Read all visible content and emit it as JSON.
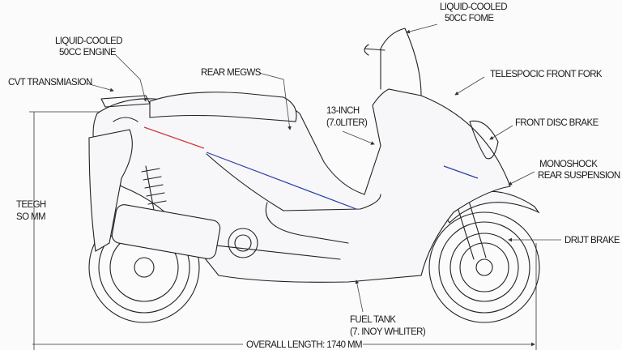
{
  "labels": {
    "top_engine_1": "LIQUID-COOLED",
    "top_engine_2": "50CC FOME",
    "engine_1": "LIQUID-COOLED",
    "engine_2": "50CC ENGINE",
    "cvt": "CVT TRANSMIASION",
    "rear": "REAR MEGWS",
    "inch_1": "13-INCH",
    "inch_2": "(7.0LITER)",
    "fork": "TELESPOCIC FRONT FORK",
    "disc": "FRONT DISC BRAKE",
    "mono_1": "MONOSHOCK",
    "mono_2": "REAR SUSPENSION",
    "drum": "DRIJT BRAKE",
    "height_1": "TEEGH",
    "height_2": "SO MM",
    "fuel_1": "FUEL TANK",
    "fuel_2": "(7. INOY WHLITER)",
    "length": "OVERALL LENGTH: 1740 MM"
  },
  "colors": {
    "accent_red": "#d0393b",
    "accent_blue": "#2c3fa8",
    "line": "#222222"
  }
}
